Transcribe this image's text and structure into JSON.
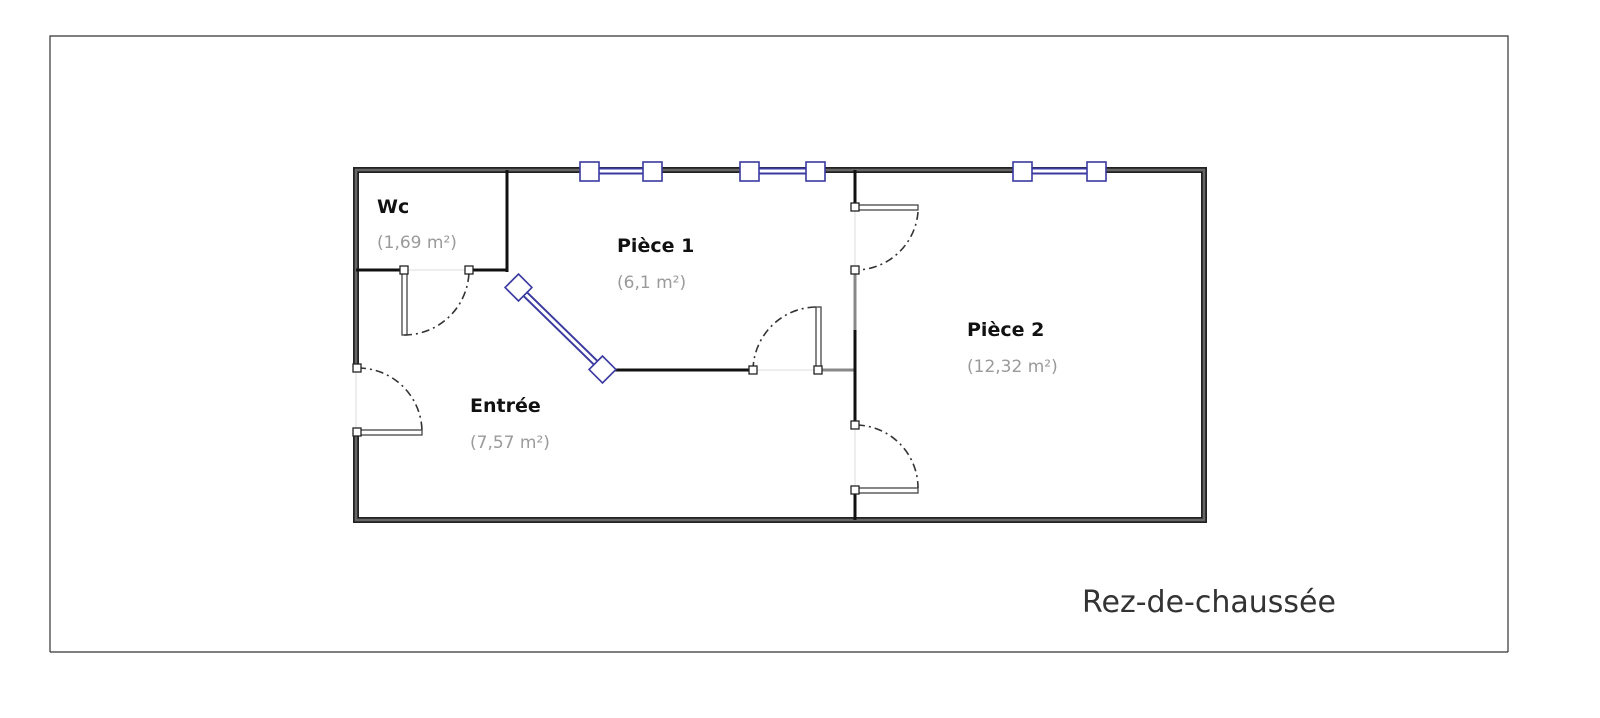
{
  "rooms": [
    {
      "name": "Wc",
      "area": "(1,69 m²)"
    },
    {
      "name": "Pièce 1",
      "area": "(6,1 m²)"
    },
    {
      "name": "Entrée",
      "area": "(7,57 m²)"
    },
    {
      "name": "Pièce 2",
      "area": "(12,32 m²)"
    }
  ],
  "floor_label": "Rez-de-chaussée",
  "colors": {
    "window": "#3a3aa0",
    "wall": "#222222",
    "area_text": "#9a9a9a"
  }
}
